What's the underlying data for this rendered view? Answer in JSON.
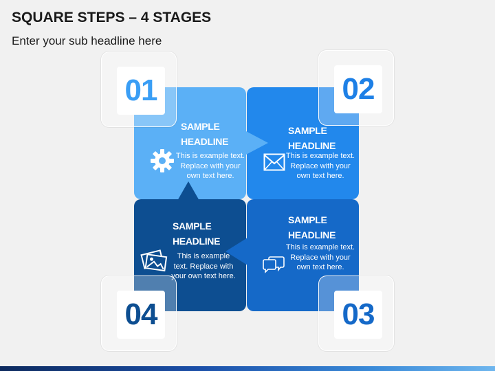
{
  "slide": {
    "title": "SQUARE STEPS – 4 STAGES",
    "subtitle": "Enter your sub headline here"
  },
  "stages": [
    {
      "number": "01",
      "headline_line1": "SAMPLE",
      "headline_line2": "HEADLINE",
      "body": "This is example text. Replace with your own text here.",
      "icon": "gear-icon",
      "color": "#5bb0f6"
    },
    {
      "number": "02",
      "headline_line1": "SAMPLE",
      "headline_line2": "HEADLINE",
      "body": "This is example text. Replace with your own text here.",
      "icon": "envelope-icon",
      "color": "#2288ec"
    },
    {
      "number": "03",
      "headline_line1": "SAMPLE",
      "headline_line2": "HEADLINE",
      "body": "This is example text. Replace with your own text here.",
      "icon": "chat-bubbles-icon",
      "color": "#1569c8"
    },
    {
      "number": "04",
      "headline_line1": "SAMPLE",
      "headline_line2": "HEADLINE",
      "body": "This is example text. Replace with your own text here.",
      "icon": "photos-icon",
      "color": "#0d4e91"
    }
  ]
}
